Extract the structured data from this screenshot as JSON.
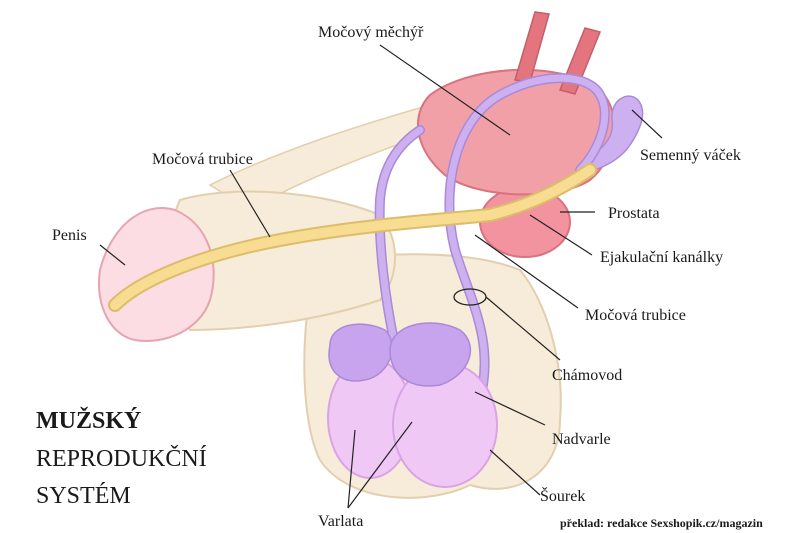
{
  "title": {
    "line1": "MUŽSKÝ",
    "line2": "REPRODUKČNÍ",
    "line3": "SYSTÉM"
  },
  "labels": {
    "bladder": "Močový měchýř",
    "urethra_top": "Močová trubice",
    "seminal_vesicle": "Semenný váček",
    "prostate": "Prostata",
    "penis": "Penis",
    "ejaculatory_ducts": "Ejakulační kanálky",
    "urethra_right": "Močová trubice",
    "vas_deferens": "Chámovod",
    "epididymis": "Nadvarle",
    "scrotum": "Šourek",
    "testes": "Varlata"
  },
  "credit": "překlad: redakce Sexshopik.cz/magazin",
  "colors": {
    "skin": "#f7ecd9",
    "skin_outline": "#e2cfae",
    "bladder": "#f2a0a8",
    "bladder_outline": "#d8737f",
    "prostate": "#f2939f",
    "glans": "#fbdde3",
    "urethra": "#f7dc92",
    "duct": "#cdb0ef",
    "testis": "#f0c8f5",
    "epididymis": "#c8a3ee"
  }
}
